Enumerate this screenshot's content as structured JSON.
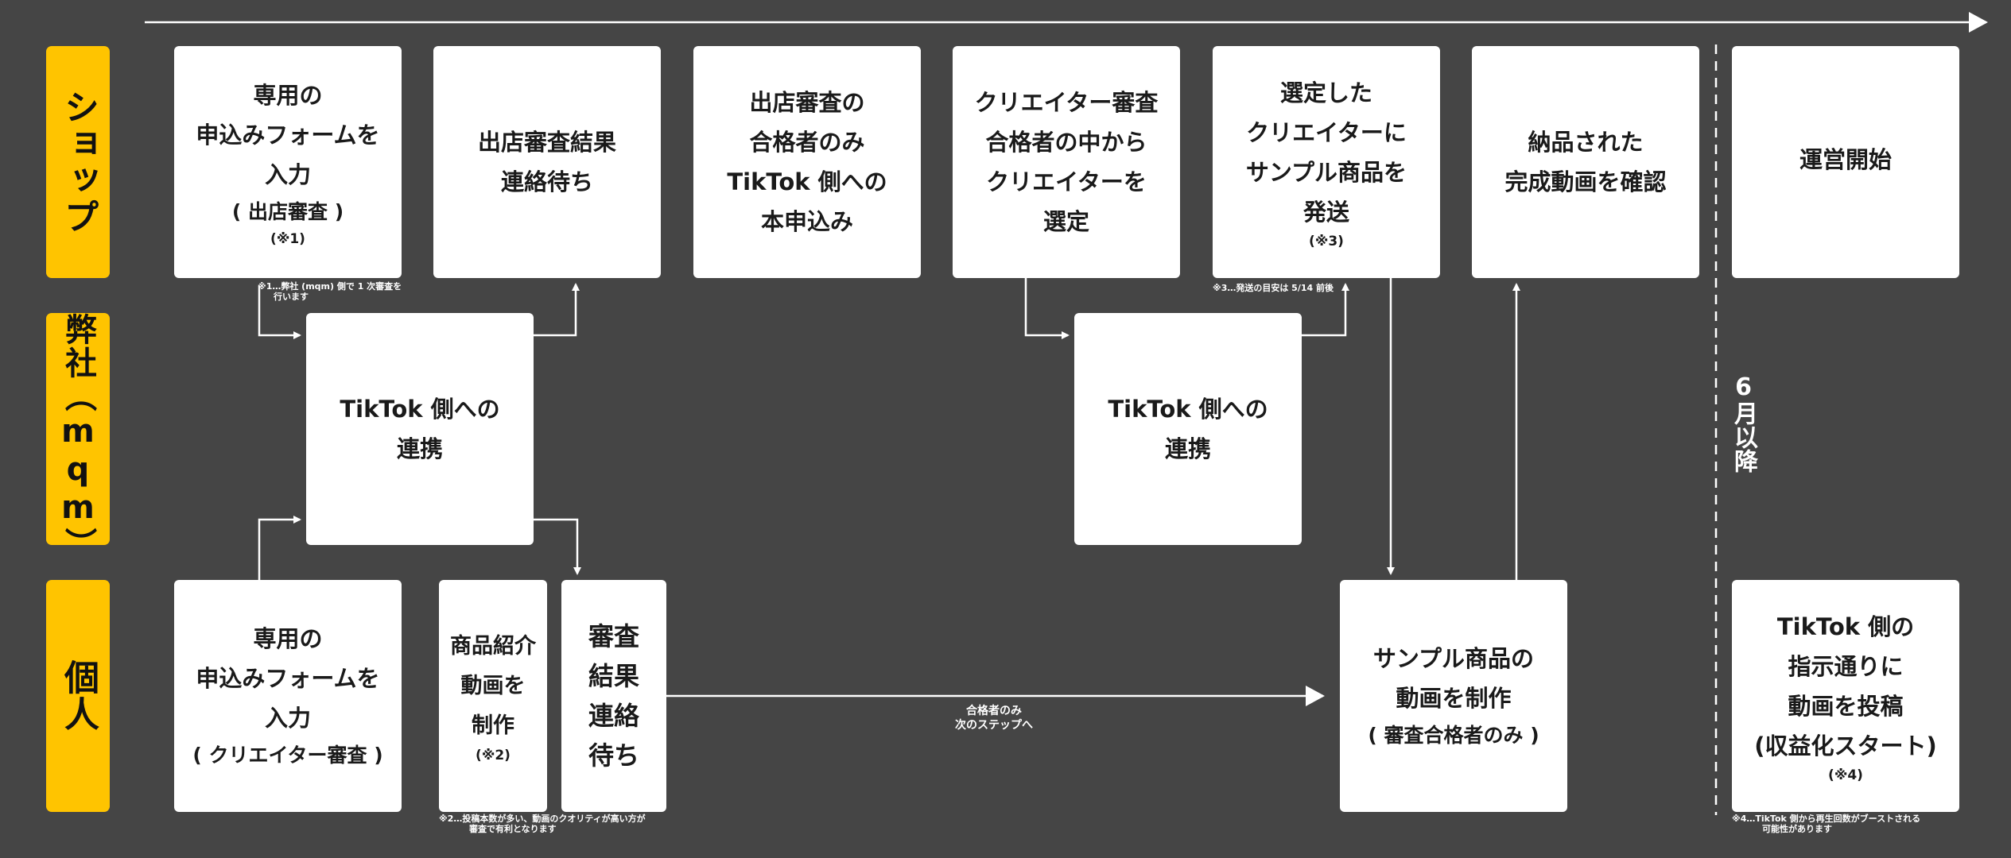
{
  "lanes": {
    "shop": "ショップ",
    "company": "弊社（mqm）",
    "individual": "個人"
  },
  "shop": {
    "b1": {
      "l1": "専用の",
      "l2": "申込みフォームを",
      "l3": "入力",
      "l4": "( 出店審査 )",
      "note": "(※1)"
    },
    "b2": {
      "l1": "出店審査結果",
      "l2": "連絡待ち"
    },
    "b3": {
      "l1": "出店審査の",
      "l2": "合格者のみ",
      "l3": "TikTok 側への",
      "l4": "本申込み"
    },
    "b4": {
      "l1": "クリエイター審査",
      "l2": "合格者の中から",
      "l3": "クリエイターを",
      "l4": "選定"
    },
    "b5": {
      "l1": "選定した",
      "l2": "クリエイターに",
      "l3": "サンプル商品を",
      "l4": "発送",
      "note": "(※3)"
    },
    "b6": {
      "l1": "納品された",
      "l2": "完成動画を確認"
    },
    "b7": {
      "l1": "運営開始"
    }
  },
  "company": {
    "c1": {
      "l1": "TikTok 側への",
      "l2": "連携"
    },
    "c2": {
      "l1": "TikTok 側への",
      "l2": "連携"
    }
  },
  "individual": {
    "i1": {
      "l1": "専用の",
      "l2": "申込みフォームを",
      "l3": "入力",
      "l4": "( クリエイター審査 )"
    },
    "i2": {
      "l1": "商品紹介",
      "l2": "動画を",
      "l3": "制作",
      "note": "(※2)"
    },
    "i3": {
      "v": "審査結果連絡待ち"
    },
    "i4": {
      "l1": "サンプル商品の",
      "l2": "動画を制作",
      "l3": "( 審査合格者のみ )"
    },
    "i5": {
      "l1": "TikTok 側の",
      "l2": "指示通りに",
      "l3": "動画を投稿",
      "l4": "(収益化スタート)",
      "note": "(※4)"
    }
  },
  "notes": {
    "n1a": "※1…弊社 (mqm) 側で 1 次審査を",
    "n1b": "行います",
    "n3": "※3…発送の目安は 5/14 前後",
    "n2a": "※2…投稿本数が多い、動画のクオリティが高い方が",
    "n2b": "審査で有利となります",
    "n4a": "※4…TikTok 側から再生回数がブーストされる",
    "n4b": "可能性があります"
  },
  "flow_label": {
    "l1": "合格者のみ",
    "l2": "次のステップへ"
  },
  "june_label": "6月以降",
  "colors": {
    "background": "#454545",
    "lane": "#ffc400",
    "box": "#ffffff",
    "arrow": "#ffffff"
  }
}
